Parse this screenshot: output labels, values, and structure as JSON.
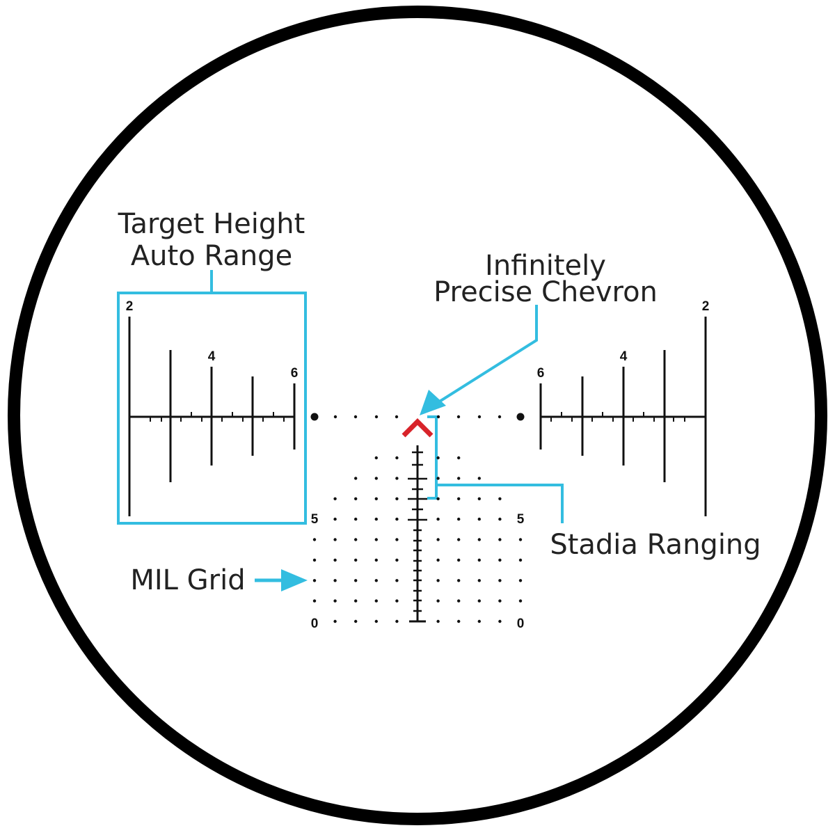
{
  "labels": {
    "target_height_line1": "Target Height",
    "target_height_line2": "Auto Range",
    "chevron_line1": "Infinitely",
    "chevron_line2": "Precise Chevron",
    "stadia": "Stadia Ranging",
    "mil_grid": "MIL Grid"
  },
  "scale_numbers": {
    "left_two": "2",
    "left_four": "4",
    "left_six": "6",
    "right_two": "2",
    "right_four": "4",
    "right_six": "6",
    "grid_left_five": "5",
    "grid_right_five": "5",
    "grid_left_zero": "0",
    "grid_right_zero": "0"
  },
  "colors": {
    "callout": "#33bde0",
    "chevron": "#d8232a",
    "ink": "#111111",
    "ring": "#000000"
  }
}
